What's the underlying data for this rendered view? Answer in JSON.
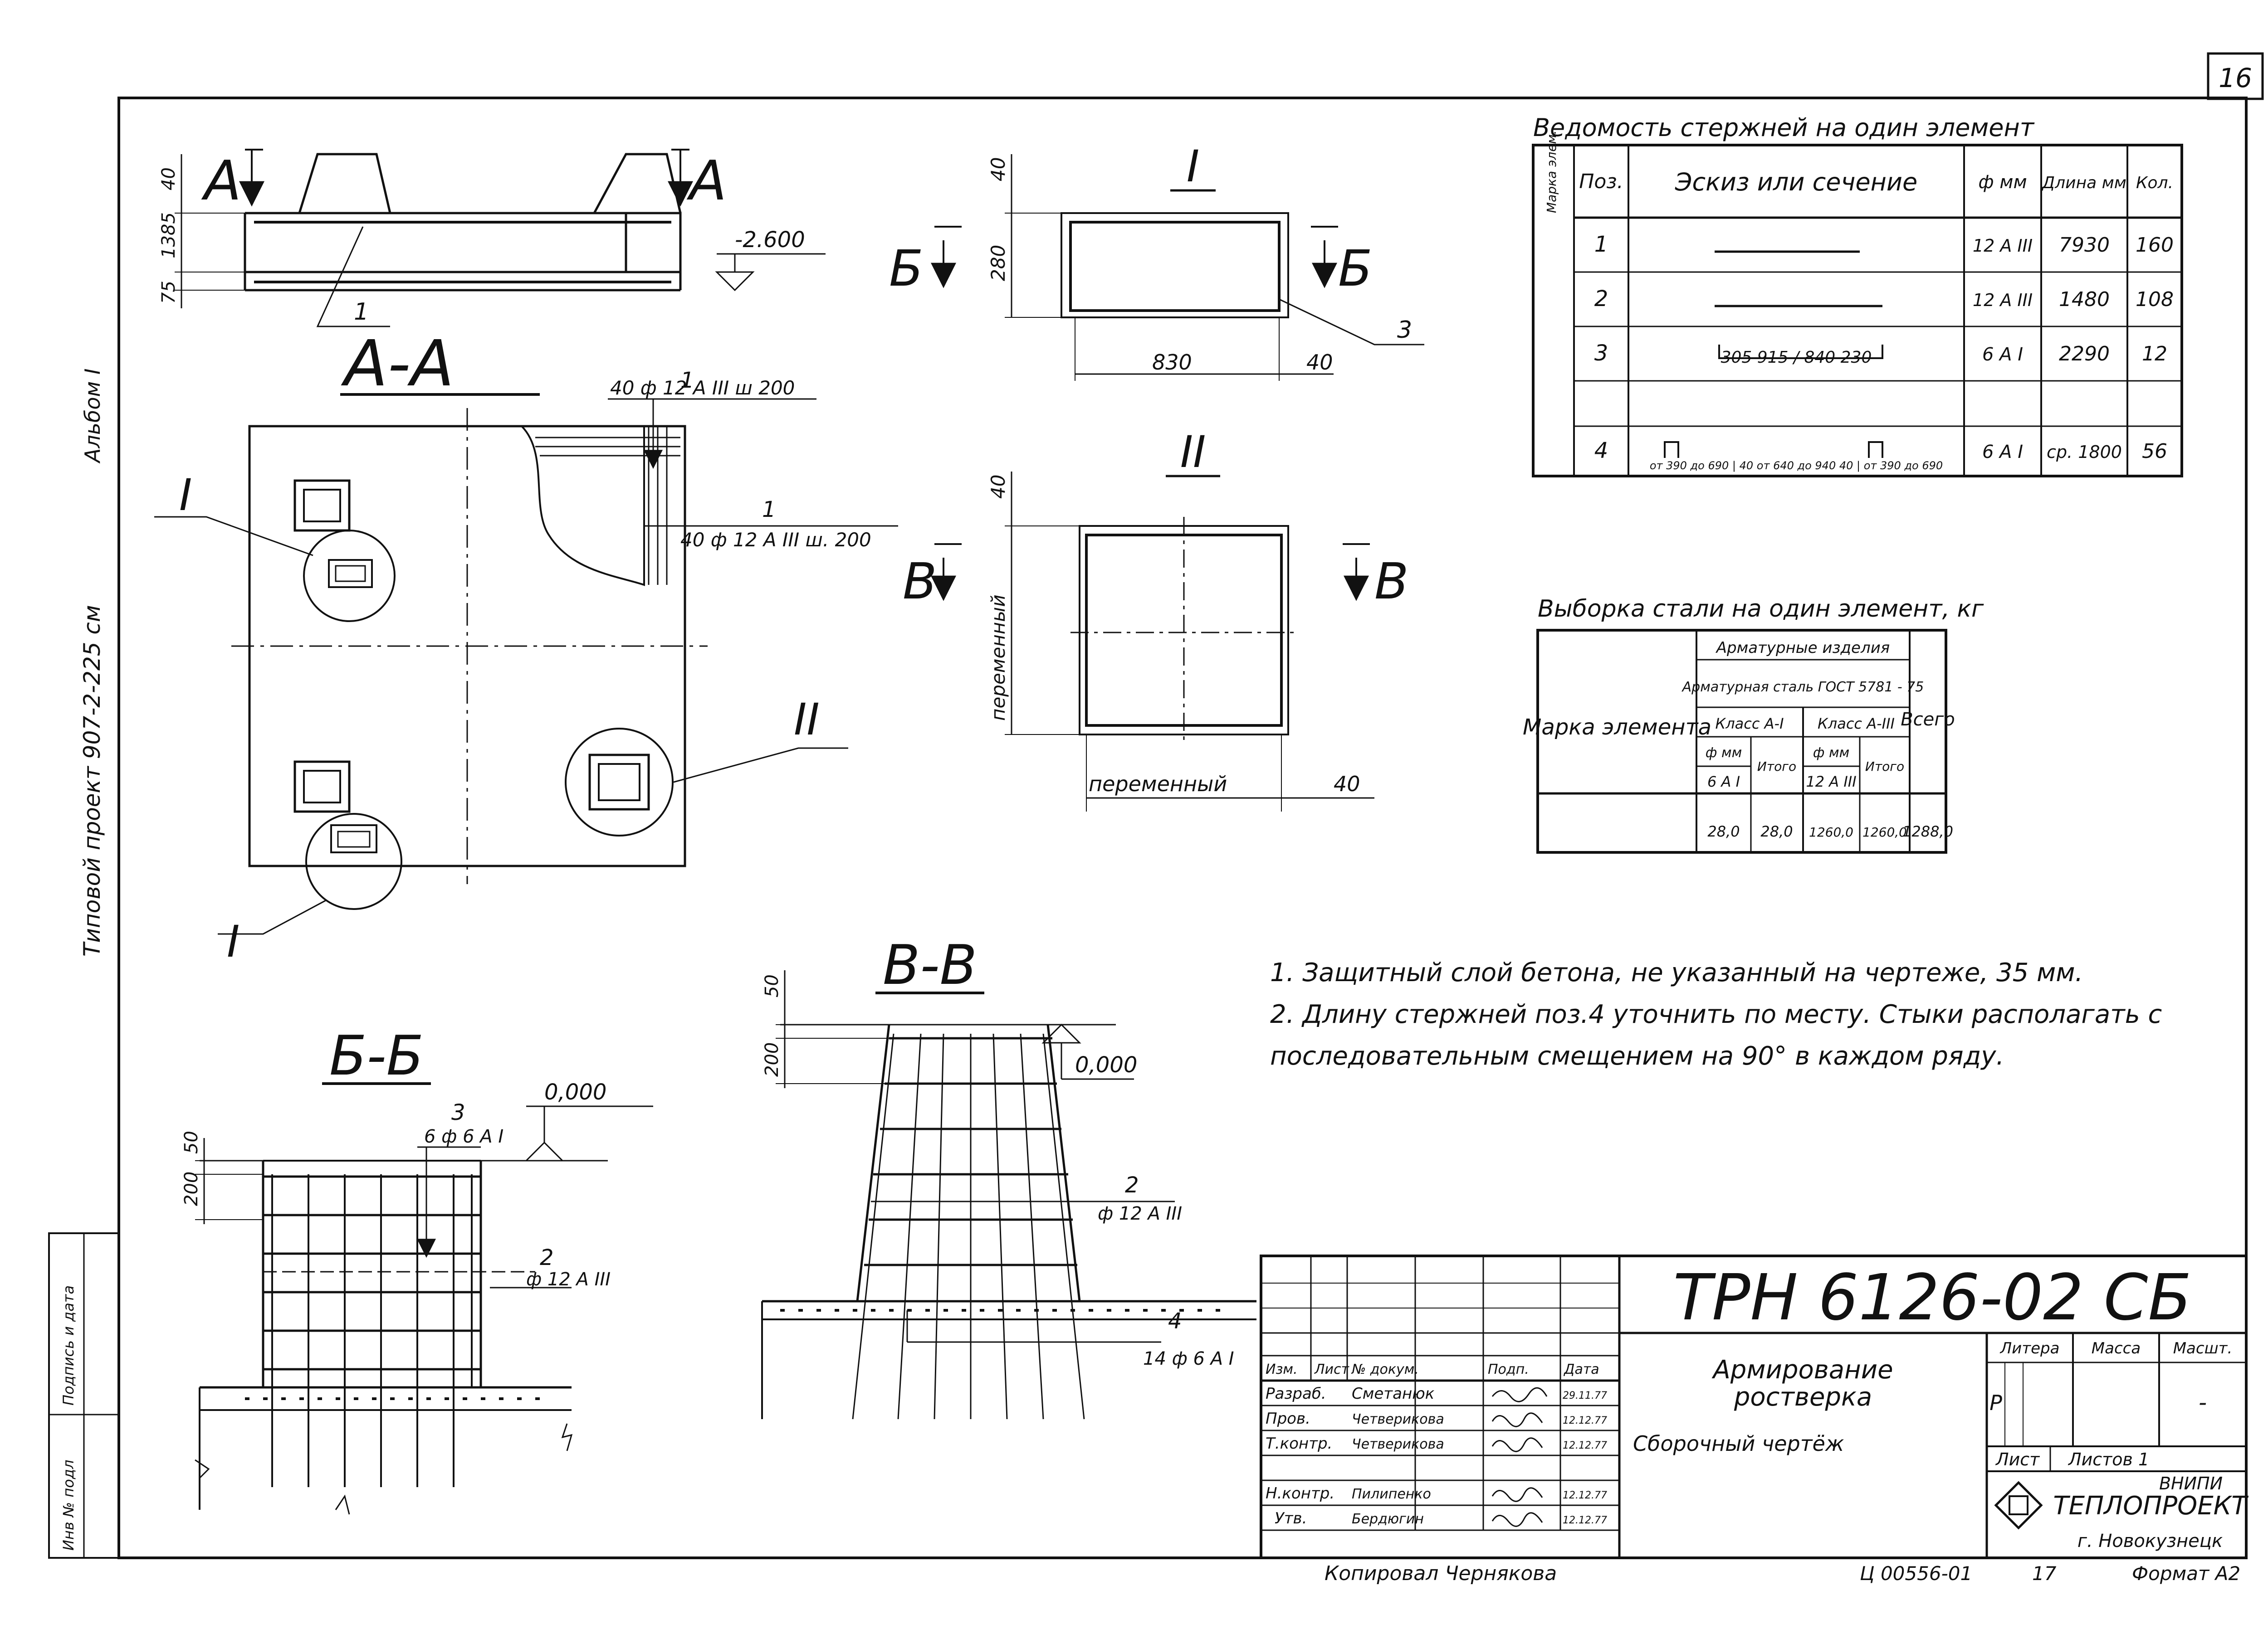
{
  "sheet": {
    "sheet_number": "16",
    "margin_album": "Альбом I",
    "margin_project": "Типовой проект 907-2-225 см",
    "stamp_labels": [
      "Инв № подл",
      "Подпись и дата"
    ]
  },
  "views": {
    "aa_cut_left": "А",
    "aa_cut_right": "А",
    "aa_dim_top": "40",
    "aa_dim_mid": "1385",
    "aa_dim_bot": "75",
    "aa_level": "-2.600",
    "aa_pos1": "1",
    "aa_title": "А-А",
    "aa_callout_top_pos": "1",
    "aa_callout_top": "40 ф 12 А III ш 200",
    "aa_callout_mid_pos": "1",
    "aa_callout_mid": "40 ф 12 А III ш. 200",
    "aa_node_i_a": "I",
    "aa_node_ii": "II",
    "aa_node_i_b": "I",
    "n1_title": "I",
    "n1_cut_left": "Б",
    "n1_cut_right": "Б",
    "n1_dim_top": "40",
    "n1_dim_height": "280",
    "n1_dim_width": "830",
    "n1_dim_side": "40",
    "n1_pos3": "3",
    "n2_title": "II",
    "n2_cut_left": "В",
    "n2_cut_right": "В",
    "n2_dim_top": "40",
    "n2_dim_height": "переменный",
    "n2_dim_width": "переменный",
    "n2_dim_side": "40",
    "bb_title": "Б-Б",
    "bb_dim_top": "50",
    "bb_dim_mid": "200",
    "bb_pos3": "3",
    "bb_callout3": "6 ф 6 А I",
    "bb_level": "0,000",
    "bb_pos2": "2",
    "bb_callout2": "ф 12 А III",
    "vv_title": "В-В",
    "vv_dim_top": "50",
    "vv_dim_mid": "200",
    "vv_level": "0,000",
    "vv_pos2": "2",
    "vv_callout2": "ф 12 А III",
    "vv_pos4": "4",
    "vv_callout4": "14 ф 6 А I"
  },
  "bars_table": {
    "title": "Ведомость стержней на один элемент",
    "headers": [
      "Марка элем.",
      "Поз.",
      "Эскиз или сечение",
      "ф мм",
      "Длина мм",
      "Кол."
    ],
    "rows": [
      {
        "pos": "1",
        "sketch": "",
        "dia": "12 А III",
        "length": "7930",
        "qty": "160"
      },
      {
        "pos": "2",
        "sketch": "",
        "dia": "12 А III",
        "length": "1480",
        "qty": "108"
      },
      {
        "pos": "3",
        "sketch": "305  915 / 840  230",
        "dia": "6 А I",
        "length": "2290",
        "qty": "12"
      },
      {
        "pos": "",
        "sketch": "",
        "dia": "",
        "length": "",
        "qty": ""
      },
      {
        "pos": "4",
        "sketch": "от 390 до 690 | 40 от 640 до 940 40 | от 390 до 690",
        "dia": "6 А I",
        "length": "ср. 1800",
        "qty": "56"
      }
    ]
  },
  "steel_table": {
    "title": "Выборка стали на один элемент, кг",
    "mark_header": "Марка элемента",
    "group_header": "Арматурные изделия",
    "steel_header": "Арматурная сталь ГОСТ 5781 - 75",
    "class1": "Класс А-I",
    "class2": "Класс А-III",
    "dia_header": "ф мм",
    "total_sub": "Итого",
    "total_header": "Всего",
    "dia1": "6 А I",
    "dia2": "12 А III",
    "values": [
      "28,0",
      "28,0",
      "1260,0",
      "1260,0",
      "1288,0"
    ]
  },
  "notes": [
    "1. Защитный слой бетона, не указанный на чертеже, 35 мм.",
    "2. Длину стержней поз.4 уточнить по месту. Стыки располагать с последовательным смещением на 90° в каждом ряду."
  ],
  "title_block": {
    "drawing_code": "ТРН 6126-02 СБ",
    "name_line1": "Армирование",
    "name_line2": "ростверка",
    "doc_type": "Сборочный чертёж",
    "col_headers": [
      "Изм.",
      "Лист",
      "№ докум.",
      "Подп.",
      "Дата"
    ],
    "roles": [
      {
        "role": "Разраб.",
        "name": "Сметанюк",
        "date": "29.11.77"
      },
      {
        "role": "Пров.",
        "name": "Четверикова",
        "date": "12.12.77"
      },
      {
        "role": "Т.контр.",
        "name": "Четверикова",
        "date": "12.12.77"
      },
      {
        "role": "",
        "name": "",
        "date": ""
      },
      {
        "role": "Н.контр.",
        "name": "Пилипенко",
        "date": "12.12.77"
      },
      {
        "role": "Утв.",
        "name": "Бердюгин",
        "date": "12.12.77"
      }
    ],
    "litera_label": "Литера",
    "mass_label": "Масса",
    "scale_label": "Масшт.",
    "litera_value": "Р",
    "scale_value": "-",
    "sheet_label": "Лист",
    "sheets_label": "Листов 1",
    "org_line1": "ВНИПИ",
    "org_line2": "ТЕПЛОПРОЕКТ",
    "org_line3": "г. Новокузнецк",
    "copied_by": "Копировал Чернякова",
    "archive_no": "Ц 00556-01",
    "archive_sheet": "17",
    "format": "Формат А2"
  }
}
